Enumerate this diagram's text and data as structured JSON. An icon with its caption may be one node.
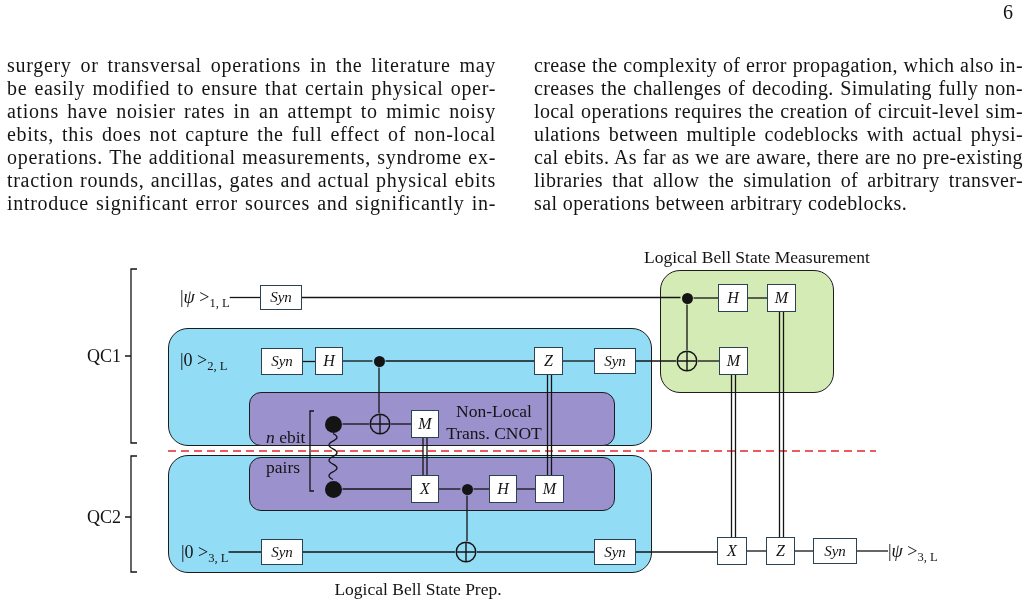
{
  "diagram": {
    "nodes": [
      {
        "text": [
          "Logical Bell State Measurement"
        ]
      },
      {
        "text": [
          "|*ψ* >$_{1, L}$"
        ]
      },
      {
        "text": [
          "Syn"
        ]
      },
      {
        "text": [],
        "shape": "circle",
        "in": 0
      },
      {
        "text": [
          "H"
        ],
        "in": 0
      },
      {
        "text": [
          "M"
        ],
        "in": 0
      },
      {
        "text": [],
        "shape": "circle",
        "in": 0
      },
      {
        "text": [
          "M"
        ],
        "in": 0
      },
      {
        "text": [],
        "shape": "box"
      },
      {
        "text": [
          "Syn"
        ],
        "in": 8
      },
      {
        "text": [
          "H"
        ],
        "in": 8
      },
      {
        "text": [],
        "shape": "circle",
        "in": 8
      },
      {
        "text": [
          "Z"
        ],
        "in": 8
      },
      {
        "text": [
          "Syn"
        ],
        "in": 8
      },
      {
        "text": [
          "Non-Local Trans. CNOT"
        ],
        "in": 8
      },
      {
        "text": [],
        "shape": "circle",
        "in": 14
      },
      {
        "text": [],
        "shape": "circle",
        "in": 14
      },
      {
        "text": [
          "M"
        ],
        "in": 14
      },
      {
        "text": [
          "Logical Bell State Prep."
        ]
      },
      {
        "text": [],
        "shape": "box",
        "in": 18
      },
      {
        "text": [],
        "shape": "circle",
        "in": 19
      },
      {
        "text": [
          "X"
        ],
        "in": 19
      },
      {
        "text": [],
        "shape": "circle",
        "in": 19
      },
      {
        "text": [
          "H"
        ],
        "in": 19
      },
      {
        "text": [
          "M"
        ],
        "in": 19
      },
      {
        "text": [
          "|0 >$_{3, L}$"
        ],
        "in": 18
      },
      {
        "text": [
          "Syn"
        ],
        "in": 18
      },
      {
        "text": [],
        "shape": "circle",
        "in": 18
      },
      {
        "text": [
          "Syn"
        ],
        "in": 18
      },
      {
        "text": [
          "X"
        ]
      },
      {
        "text": [
          "Z"
        ]
      },
      {
        "text": [
          "Syn"
        ]
      },
      {
        "text": [
          "|*ψ* >$_{3, L}$"
        ]
      }
    ],
    "edges": [
      {
        "from": 1,
        "to": 2,
        "arrow": "none"
      },
      {
        "from": 2,
        "to": 3,
        "arrow": "none"
      },
      {
        "from": 3,
        "to": 4,
        "arrow": "none"
      },
      {
        "from": 4,
        "to": 5,
        "arrow": "none"
      },
      {
        "from": 9,
        "to": 10,
        "arrow": "none"
      },
      {
        "from": 10,
        "to": 11,
        "arrow": "none"
      },
      {
        "from": 11,
        "to": 12,
        "arrow": "none"
      },
      {
        "from": 12,
        "to": 13,
        "arrow": "none"
      },
      {
        "from": 13,
        "to": 6,
        "arrow": "none"
      },
      {
        "from": 6,
        "to": 7,
        "arrow": "none"
      },
      {
        "from": 3,
        "to": 6,
        "arrow": "none"
      },
      {
        "from": 11,
        "to": 16,
        "arrow": "none"
      },
      {
        "from": 15,
        "to": 16,
        "arrow": "none"
      },
      {
        "from": 16,
        "to": 17,
        "arrow": "none"
      },
      {
        "from": 15,
        "to": 20,
        "arrow": "none"
      },
      {
        "from": 17,
        "to": 21,
        "arrow": "none"
      },
      {
        "from": 20,
        "to": 21,
        "arrow": "none"
      },
      {
        "from": 21,
        "to": 22,
        "arrow": "none"
      },
      {
        "from": 22,
        "to": 23,
        "arrow": "none"
      },
      {
        "from": 23,
        "to": 24,
        "arrow": "none"
      },
      {
        "from": 24,
        "to": 12,
        "arrow": "none"
      },
      {
        "from": 22,
        "to": 27,
        "arrow": "none"
      },
      {
        "from": 25,
        "to": 26,
        "arrow": "none"
      },
      {
        "from": 26,
        "to": 27,
        "arrow": "none"
      },
      {
        "from": 27,
        "to": 28,
        "arrow": "none"
      },
      {
        "from": 28,
        "to": 29,
        "arrow": "none"
      },
      {
        "from": 29,
        "to": 30,
        "arrow": "none"
      },
      {
        "from": 30,
        "to": 31,
        "arrow": "none"
      },
      {
        "from": 31,
        "to": 32,
        "arrow": "none"
      },
      {
        "from": 7,
        "to": 29,
        "arrow": "none"
      },
      {
        "from": 5,
        "to": 30,
        "arrow": "none"
      }
    ],
    "labels": [
      "6",
      "surgery or transversal operations in the literature may be easily modified to ensure that certain physical oper- ations have noisier rates in an attempt to mimic noisy ebits, this does not capture the full effect of non-local operations. The additional measurements, syndrome ex- traction rounds, ancillas, gates and actual physical ebits introduce significant error sources and significantly in-",
      "crease the complexity of error propagation, which also in- creases the challenges of decoding. Simulating fully non- local operations requires the creation of circuit-level sim- ulations between multiple codeblocks with actual physi- cal ebits. As far as we are aware, there are no pre-existing libraries that allow the simulation of arbitrary transver- sal operations between arbitrary codeblocks.",
      "QC1",
      "|0 >$_{2, L}$",
      "*n* ebit",
      "pairs",
      "QC2"
    ]
  }
}
